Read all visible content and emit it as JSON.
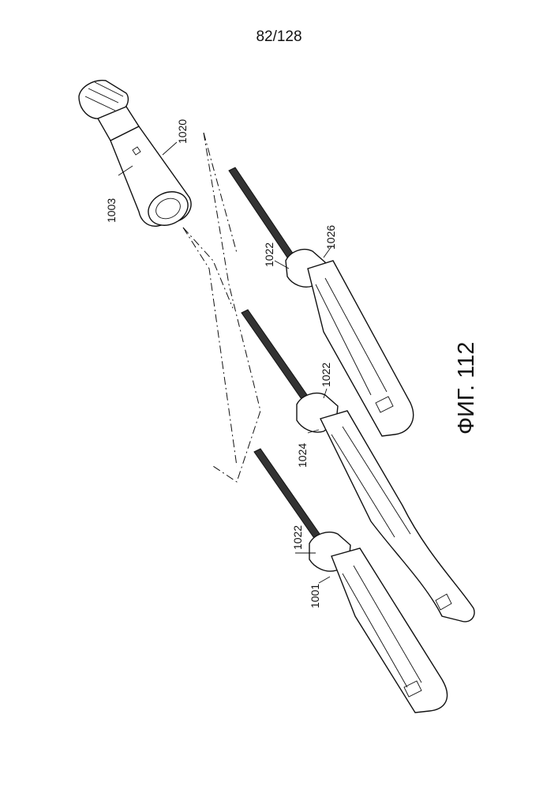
{
  "page_number": "82/128",
  "figure_label": "ФИГ. 112",
  "labels": {
    "l1020": "1020",
    "l1003": "1003",
    "l1022a": "1022",
    "l1026": "1026",
    "l1022b": "1022",
    "l1024": "1024",
    "l1022c": "1022",
    "l1001": "1001"
  }
}
